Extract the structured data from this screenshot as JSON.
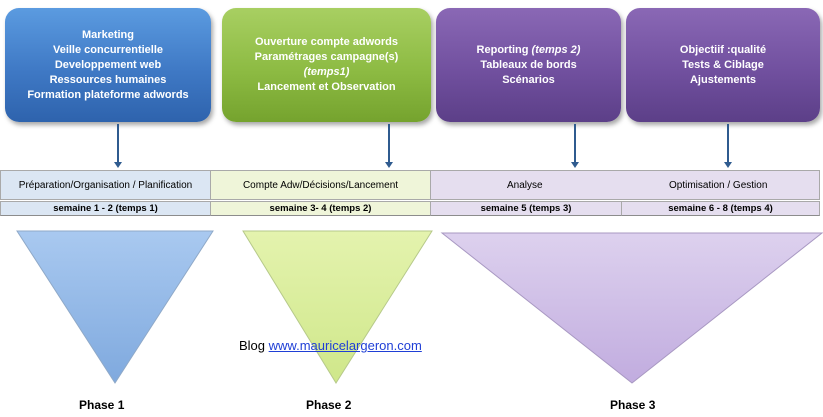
{
  "cards": [
    {
      "lines": [
        {
          "text": "Marketing",
          "italic": false
        },
        {
          "text": "Veille concurrentielle",
          "italic": false
        },
        {
          "text": "Developpement web",
          "italic": false
        },
        {
          "text": "Ressources  humaines",
          "italic": false
        },
        {
          "text": "Formation plateforme adwords",
          "italic": false
        }
      ]
    },
    {
      "lines": [
        {
          "text": "Ouverture compte adwords",
          "italic": false
        },
        {
          "text": "Paramétrages campagne(s)",
          "italic": false
        },
        {
          "text": "(temps1)",
          "italic": true
        },
        {
          "text": "Lancement  et Observation",
          "italic": false
        }
      ]
    },
    {
      "lines": [
        {
          "text": "Reporting ",
          "italic": false,
          "suffix": "(temps 2)"
        },
        {
          "text": "Tableaux de bords",
          "italic": false
        },
        {
          "text": "Scénarios",
          "italic": false
        }
      ]
    },
    {
      "lines": [
        {
          "text": "Objectiif :qualité",
          "italic": false
        },
        {
          "text": "Tests & Ciblage",
          "italic": false
        },
        {
          "text": "Ajustements",
          "italic": false
        }
      ]
    }
  ],
  "stages": {
    "s1": "Préparation/Organisation / Planification",
    "s2": "Compte Adw/Décisions/Lancement",
    "s3": "Analyse",
    "s4": "Optimisation / Gestion"
  },
  "weeks": {
    "w1": "semaine 1 - 2 (temps 1)",
    "w2": "semaine 3- 4 (temps 2)",
    "w3": "semaine 5  (temps 3)",
    "w4": "semaine 6 - 8 (temps 4)"
  },
  "blog": {
    "label": "Blog ",
    "link": "www.mauricelargeron.com"
  },
  "phases": {
    "p1": "Phase 1",
    "p2": "Phase 2",
    "p3": "Phase 3"
  },
  "colors": {
    "phase1": "#9cc0ec",
    "phase2": "#dcef9e",
    "phase3": "#cfbfe6",
    "connector": "#2f5b8f"
  }
}
